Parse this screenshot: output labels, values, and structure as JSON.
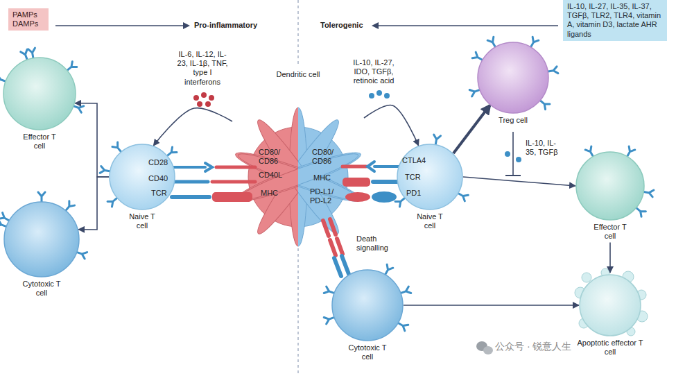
{
  "diagram": {
    "nodes": [
      {
        "text": [
          "PAMPs DAMPs"
        ]
      },
      {
        "text": [
          "IL-10, IL-27, IL-35, IL-37, TGFβ, TLR2, TLR4, vitamin A, vitamin D3, lactate AHR ligands"
        ]
      },
      {
        "text": [
          "Effector T cell"
        ]
      },
      {
        "text": [
          "Dendritic cell"
        ]
      },
      {
        "text": [
          "Treg cell"
        ]
      },
      {
        "text": [
          "Naive T cell"
        ]
      },
      {
        "text": [
          "Naive T cell"
        ]
      },
      {
        "text": [
          "Effector T cell"
        ]
      },
      {
        "text": [
          "Cytotoxic T cell"
        ]
      },
      {
        "text": [
          "Cytotoxic T cell"
        ]
      },
      {
        "text": [
          "Apoptotic effector T cell"
        ]
      }
    ],
    "edges": [
      {
        "from": 5,
        "to": 2,
        "arrow": "to"
      },
      {
        "from": 5,
        "to": 8,
        "arrow": "to"
      },
      {
        "from": 3,
        "to": 5,
        "arrow": "to"
      },
      {
        "from": 3,
        "to": 6,
        "arrow": "to"
      },
      {
        "from": 6,
        "to": 4,
        "arrow": "to"
      },
      {
        "from": 6,
        "to": 7,
        "arrow": "to"
      },
      {
        "from": 7,
        "to": 10,
        "arrow": "to"
      },
      {
        "from": 9,
        "to": 10,
        "arrow": "to"
      }
    ],
    "labels": [
      "Pro-inflammatory",
      "Tolerogenic",
      "IL-6, IL-12, IL-23, IL-1β, TNF, type I interferons",
      "IL-10, IL-27, IDO, TGFβ, retinoic acid",
      "CD28",
      "CD40",
      "TCR",
      "CD80/ CD86",
      "CD40L",
      "MHC",
      "CD80/ CD86",
      "MHC",
      "PD-L1/ PD-L2",
      "CTLA4",
      "TCR",
      "PD1",
      "Death signalling",
      "IL-10, IL-35, TGFβ",
      "公众号 · 锐意人生"
    ]
  }
}
